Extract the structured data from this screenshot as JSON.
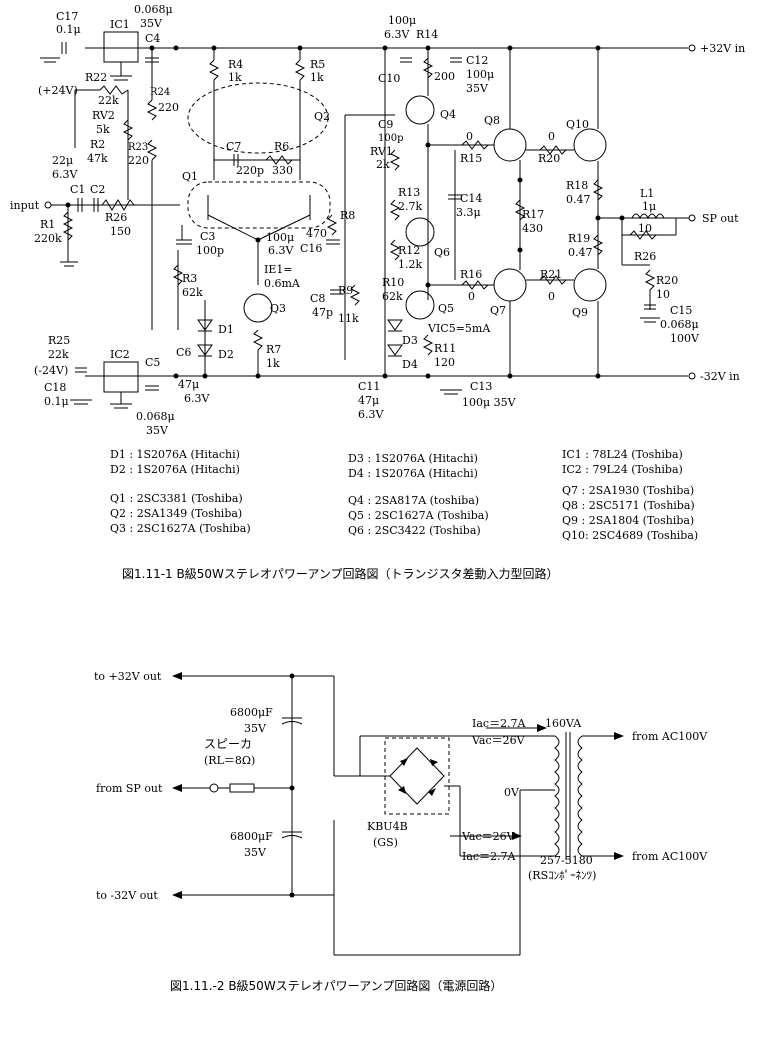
{
  "amp": {
    "caption": "図1.11-1  B級50Wステレオパワーアンプ回路図（トランジスタ差動入力型回路）",
    "rails": {
      "pos": "+32V in",
      "neg": "-32V in",
      "sp_out": "SP out",
      "input": "input",
      "p24": "(+24V)",
      "n24": "(-24V)"
    },
    "parts": {
      "C17": "C17",
      "C17v": "0.1μ",
      "IC1": "IC1",
      "C4top": "0.068μ",
      "C4v": "35V",
      "C4": "C4",
      "R22": "R22",
      "R22v": "22k",
      "RV2": "RV2",
      "RV2v": "5k",
      "R24": "R24",
      "R24v": "220",
      "R23": "R23",
      "R23v": "220",
      "R2": "R2",
      "R2v": "47k",
      "C22": "22μ",
      "C22v": "6.3V",
      "C1": "C1",
      "C2": "C2",
      "R26a": "R26",
      "R26av": "150",
      "R1": "R1",
      "R1v": "220k",
      "R4": "R4",
      "R4v": "1k",
      "R5": "R5",
      "R5v": "1k",
      "Q2": "Q2",
      "Q1": "Q1",
      "C7": "C7",
      "C7v": "220p",
      "R6": "R6",
      "R6v": "330",
      "C3": "C3",
      "C3v": "100p",
      "C16v": "100μ",
      "C16v2": "6.3V",
      "C16": "C16",
      "R8": "R8",
      "R8v": "470",
      "IE1": "IE1=",
      "IE1v": "0.6mA",
      "R3": "R3",
      "R3v": "62k",
      "Q3": "Q3",
      "D1": "D1",
      "D2": "D2",
      "C6": "C6",
      "R7": "R7",
      "R7v": "1k",
      "C14top": "100μ",
      "C10tv": "6.3V",
      "R14": "R14",
      "R14v": "200",
      "C10": "C10",
      "C12": "C12",
      "C12v": "100μ",
      "C12v2": "35V",
      "Q4": "Q4",
      "C9": "C9",
      "C9v": "100p",
      "RV1": "RV1",
      "RV1v": "2k",
      "R15": "R15",
      "R15v": "0",
      "Q8": "Q8",
      "R20a": "R20",
      "R20av": "0",
      "Q10": "Q10",
      "R18": "R18",
      "R18v": "0.47",
      "R13": "R13",
      "R13v": "2.7k",
      "C14": "C14",
      "C14v": "3.3μ",
      "R17": "R17",
      "R17v": "430",
      "L1": "L1",
      "L1v": "1μ",
      "R26b": "R26",
      "R26bv": "10",
      "R19": "R19",
      "R19v": "0.47",
      "R12": "R12",
      "R12v": "1.2k",
      "Q6": "Q6",
      "R16": "R16",
      "R16v": "0",
      "R21": "R21",
      "R21v": "0",
      "Q7": "Q7",
      "Q9": "Q9",
      "R20b": "R20",
      "R20bv": "10",
      "C15": "C15",
      "C15v": "0.068μ",
      "C15v2": "100V",
      "C8": "C8",
      "C8v": "47p",
      "R9": "R9",
      "R9v": "11k",
      "R10": "R10",
      "R10v": "62k",
      "Q5": "Q5",
      "VIC5": "VIC5=5mA",
      "D3": "D3",
      "D4": "D4",
      "R11": "R11",
      "R11v": "120",
      "R25": "R25",
      "R25v": "22k",
      "IC2": "IC2",
      "C5": "C5",
      "C18": "C18",
      "C18v": "0.1μ",
      "C5v": "0.068μ",
      "C5v2": "35V",
      "C6v": "47μ",
      "C6v2": "6.3V",
      "C11": "C11",
      "C11v": "47μ",
      "C11v2": "6.3V",
      "C13": "C13",
      "C13v": "100μ 35V"
    },
    "bom": [
      "D1 : 1S2076A (Hitachi)",
      "D2 : 1S2076A (Hitachi)",
      "Q1 : 2SC3381  (Toshiba)",
      "Q2 : 2SA1349  (Toshiba)",
      "Q3 : 2SC1627A (Toshiba)",
      "D3 : 1S2076A (Hitachi)",
      "D4 : 1S2076A (Hitachi)",
      "Q4 : 2SA817A (toshiba)",
      "Q5 : 2SC1627A (Toshiba)",
      "Q6 : 2SC3422 (Toshiba)",
      "IC1 : 78L24 (Toshiba)",
      "IC2 : 79L24 (Toshiba)",
      "Q7 : 2SA1930 (Toshiba)",
      "Q8 : 2SC5171 (Toshiba)",
      "Q9 : 2SA1804 (Toshiba)",
      "Q10: 2SC4689 (Toshiba)"
    ]
  },
  "psu": {
    "caption": "図1.11.-2  B級50Wステレオパワーアンプ回路図（電源回路）",
    "to_pos": "to +32V out",
    "from_sp": "from SP out",
    "to_neg": "to -32V out",
    "cap_top": "6800μF",
    "cap_top_v": "35V",
    "cap_bot": "6800μF",
    "cap_bot_v": "35V",
    "speaker": "スピーカ",
    "speaker_rl": "(RL＝8Ω)",
    "bridge": "KBU4B",
    "bridge_mfr": "(GS)",
    "iac_top": "Iac＝2.7A",
    "vac_top": "Vac＝26V",
    "va": "160VA",
    "zero_v": "0V",
    "vac_bot": "Vac＝26V",
    "iac_bot": "Iac＝2.7A",
    "from_ac_top": "from AC100V",
    "from_ac_bot": "from AC100V",
    "trafo_part": "257-5180",
    "trafo_src": "(RSｺﾝﾎﾟｰﾈﾝﾂ)"
  }
}
